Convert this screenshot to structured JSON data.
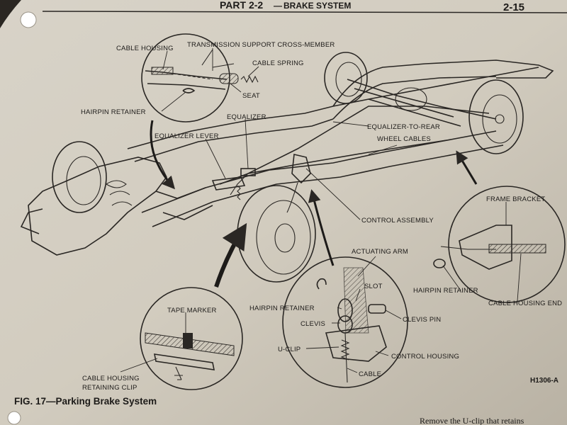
{
  "header": {
    "part": "PART 2-2",
    "title": "BRAKE SYSTEM",
    "page_number": "2-15"
  },
  "labels": {
    "cable_housing": "CABLE HOUSING",
    "transmission_support": "TRANSMISSION SUPPORT CROSS-MEMBER",
    "cable_spring": "CABLE SPRING",
    "seat": "SEAT",
    "hairpin_retainer_top": "HAIRPIN RETAINER",
    "equalizer": "EQUALIZER",
    "equalizer_lever": "EQUALIZER LEVER",
    "rear_cables_line1": "EQUALIZER-TO-REAR",
    "rear_cables_line2": "WHEEL CABLES",
    "frame_bracket": "FRAME BRACKET",
    "control_assembly": "CONTROL ASSEMBLY",
    "actuating_arm": "ACTUATING ARM",
    "slot": "SLOT",
    "hairpin_retainer_mid": "HAIRPIN RETAINER",
    "hairpin_retainer_right": "HAIRPIN RETAINER",
    "clevis_pin": "CLEVIS PIN",
    "clevis": "CLEVIS",
    "tape_marker": "TAPE MARKER",
    "u_clip": "U-CLIP",
    "control_housing": "CONTROL HOUSING",
    "cable": "CABLE",
    "cable_housing_end": "CABLE HOUSING END",
    "retaining_clip_line1": "CABLE HOUSING",
    "retaining_clip_line2": "RETAINING CLIP"
  },
  "figure_code": "H1306-A",
  "caption": "FIG. 17—Parking Brake System",
  "footer_text": "Remove the U-clip that retains"
}
